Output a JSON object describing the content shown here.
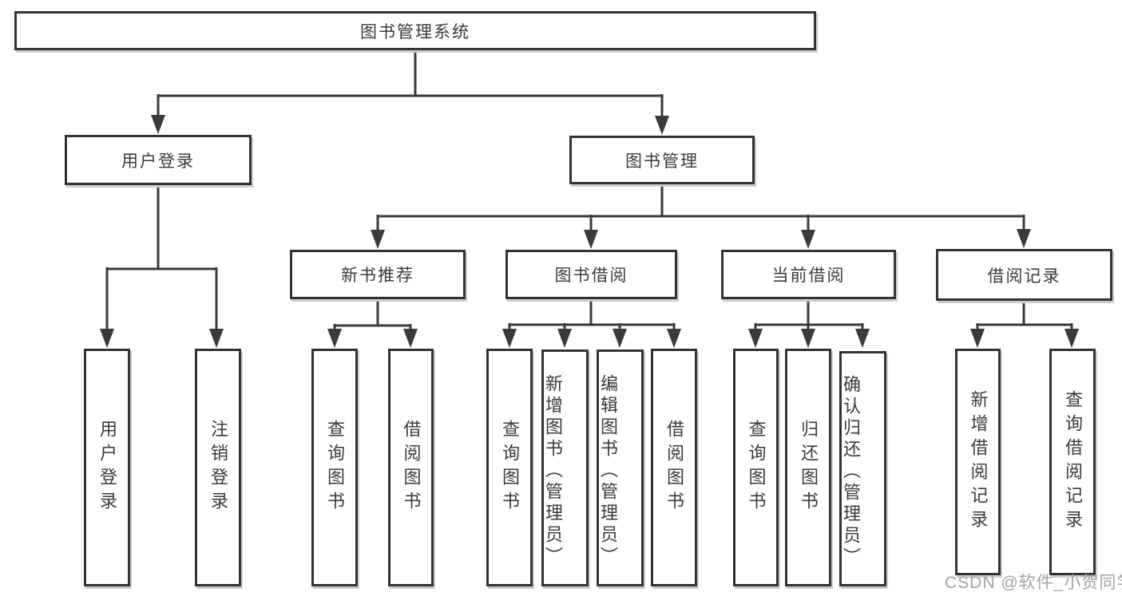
{
  "tree": {
    "root": {
      "label": "图书管理系统"
    },
    "branches": [
      {
        "label": "用户登录",
        "children": [
          {
            "label": "用户登录"
          },
          {
            "label": "注销登录"
          }
        ]
      },
      {
        "label": "图书管理",
        "sections": [
          {
            "label": "新书推荐",
            "children": [
              {
                "label": "查询图书"
              },
              {
                "label": "借阅图书"
              }
            ]
          },
          {
            "label": "图书借阅",
            "children": [
              {
                "label": "查询图书"
              },
              {
                "label": "新增图书（管理员）"
              },
              {
                "label": "编辑图书（管理员）"
              },
              {
                "label": "借阅图书"
              }
            ]
          },
          {
            "label": "当前借阅",
            "children": [
              {
                "label": "查询图书"
              },
              {
                "label": "归还图书"
              },
              {
                "label": "确认归还（管理员）"
              }
            ]
          },
          {
            "label": "借阅记录",
            "children": [
              {
                "label": "新增借阅记录"
              },
              {
                "label": "查询借阅记录"
              }
            ]
          }
        ]
      }
    ]
  },
  "watermark": "CSDN @软件_小贺同学",
  "colors": {
    "background": "#ffffff",
    "line": "#3a3a3a",
    "border": "#333333",
    "text": "#3a3a3a",
    "watermark": "#a2a2a2"
  }
}
